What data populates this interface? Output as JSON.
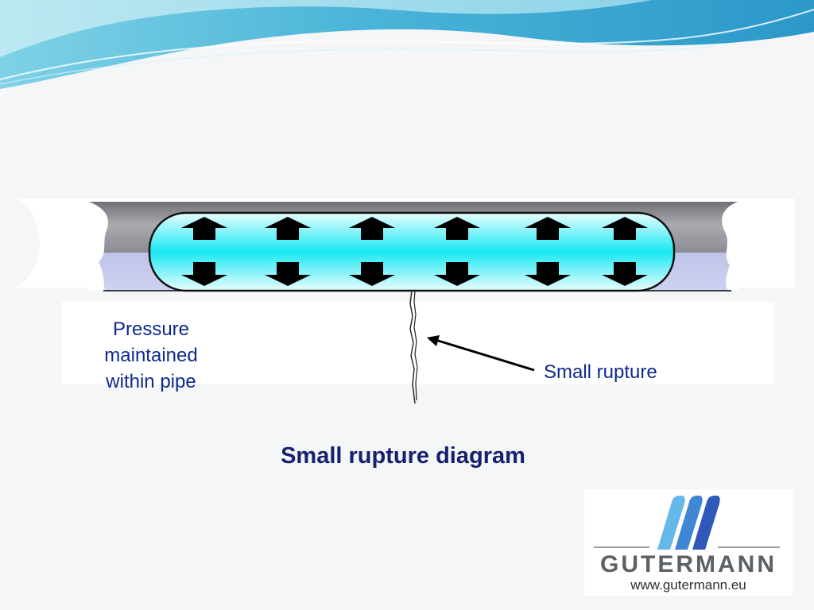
{
  "labels": {
    "pressure": "Pressure maintained within pipe",
    "rupture": "Small rupture"
  },
  "caption": "Small rupture diagram",
  "logo": {
    "name": "GUTERMANN",
    "url": "www.gutermann.eu"
  },
  "icons": {
    "arrows": "up-down-arrow-icon",
    "crack": "crack-icon",
    "pointer": "arrow-pointer-icon"
  },
  "colors": {
    "text": "#0d2a8c",
    "caption": "#15206e",
    "water": "#19e8f2",
    "pipe": "#8e9096",
    "logo_dark": "#2f66c4",
    "logo_light": "#66b8e8"
  }
}
